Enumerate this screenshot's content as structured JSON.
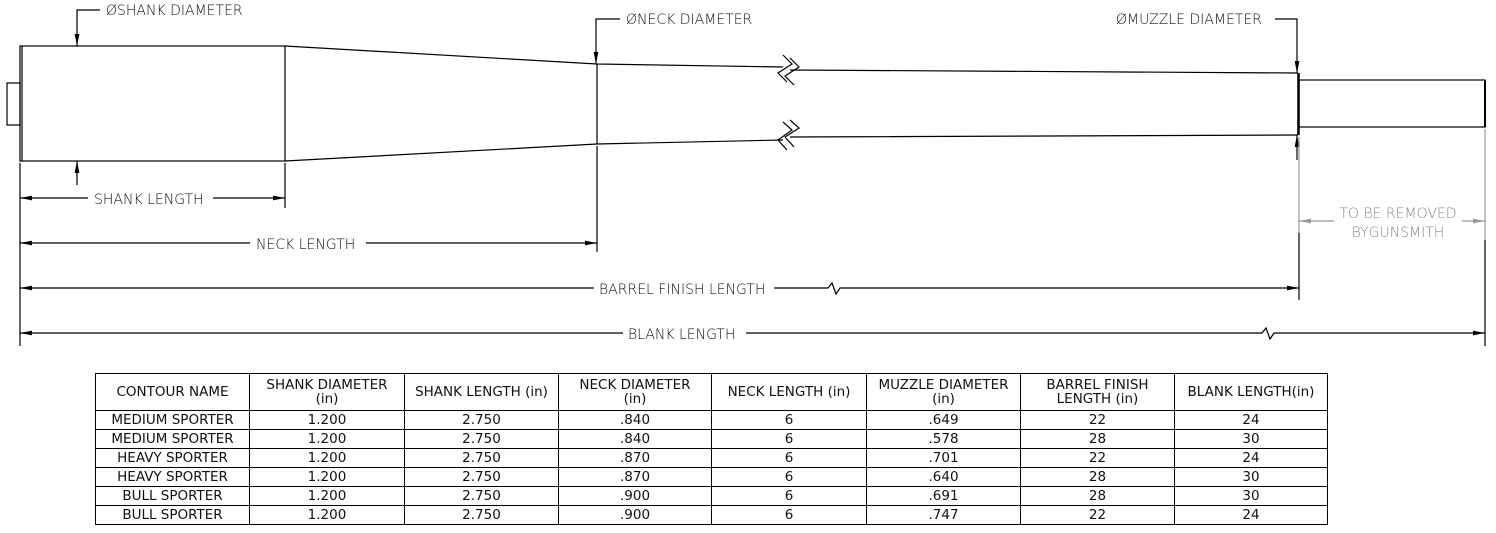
{
  "drawing": {
    "shank_diameter_label": "ØSHANK DIAMETER",
    "neck_diameter_label": "ØNECK DIAMETER",
    "muzzle_diameter_label": "ØMUZZLE DIAMETER",
    "shank_length_label": "SHANK LENGTH",
    "neck_length_label": "NECK LENGTH",
    "barrel_finish_length_label": "BARREL FINISH LENGTH",
    "blank_length_label": "BLANK LENGTH",
    "removed_note_line1": "TO BE REMOVED",
    "removed_note_line2": "BYGUNSMITH"
  },
  "table": {
    "headers": [
      [
        "CONTOUR NAME",
        ""
      ],
      [
        "SHANK DIAMETER",
        "(in)"
      ],
      [
        "SHANK LENGTH (in)",
        ""
      ],
      [
        "NECK DIAMETER",
        "(in)"
      ],
      [
        "NECK LENGTH (in)",
        ""
      ],
      [
        "MUZZLE DIAMETER",
        "(in)"
      ],
      [
        "BARREL FINISH",
        "LENGTH (in)"
      ],
      [
        "BLANK LENGTH(in)",
        ""
      ]
    ],
    "rows": [
      [
        "MEDIUM SPORTER",
        "1.200",
        "2.750",
        ".840",
        "6",
        ".649",
        "22",
        "24"
      ],
      [
        "MEDIUM SPORTER",
        "1.200",
        "2.750",
        ".840",
        "6",
        ".578",
        "28",
        "30"
      ],
      [
        "HEAVY SPORTER",
        "1.200",
        "2.750",
        ".870",
        "6",
        ".701",
        "22",
        "24"
      ],
      [
        "HEAVY SPORTER",
        "1.200",
        "2.750",
        ".870",
        "6",
        ".640",
        "28",
        "30"
      ],
      [
        "BULL SPORTER",
        "1.200",
        "2.750",
        ".900",
        "6",
        ".691",
        "28",
        "30"
      ],
      [
        "BULL SPORTER",
        "1.200",
        "2.750",
        ".900",
        "6",
        ".747",
        "22",
        "24"
      ]
    ]
  }
}
